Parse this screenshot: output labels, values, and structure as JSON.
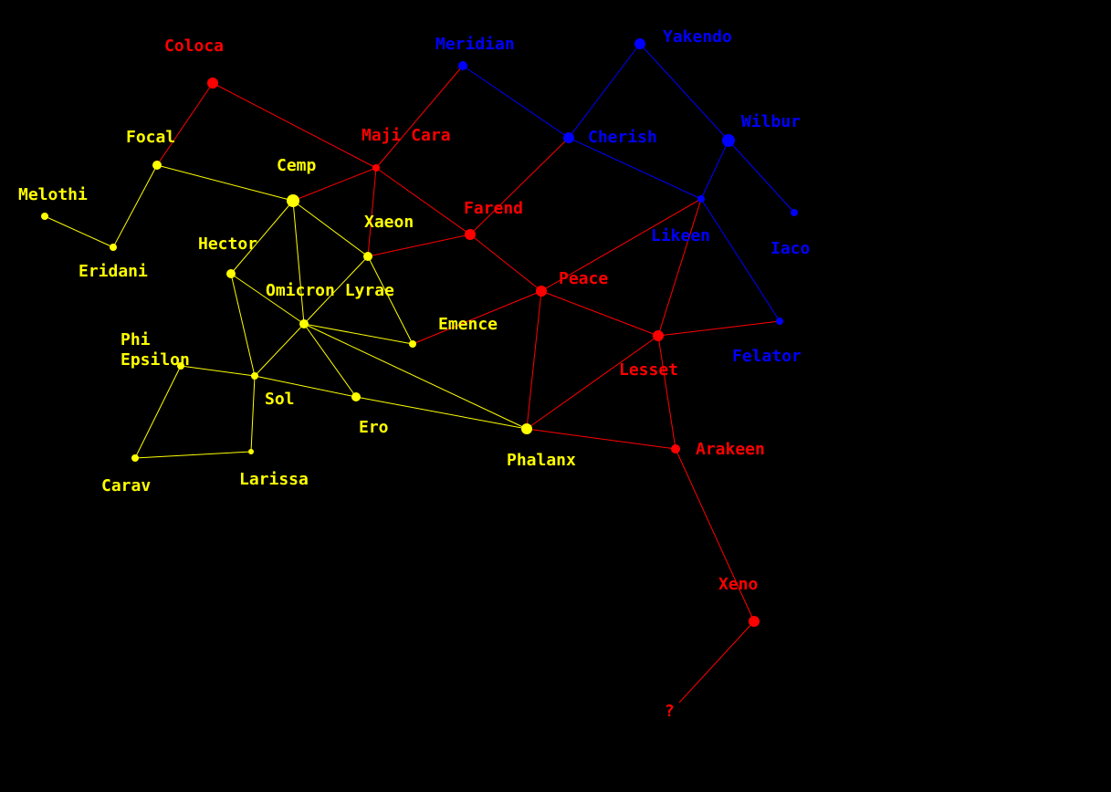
{
  "colors": {
    "background": "#000000",
    "yellow": "#ffff00",
    "red": "#ff0000",
    "blue": "#0000ff"
  },
  "systems": [
    {
      "id": "coloca",
      "name": "Coloca",
      "faction": "red"
    },
    {
      "id": "meridian",
      "name": "Meridian",
      "faction": "blue"
    },
    {
      "id": "yakendo",
      "name": "Yakendo",
      "faction": "blue"
    },
    {
      "id": "wilbur",
      "name": "Wilbur",
      "faction": "blue"
    },
    {
      "id": "focal",
      "name": "Focal",
      "faction": "yellow"
    },
    {
      "id": "maji-cara",
      "name": "Maji Cara",
      "faction": "red"
    },
    {
      "id": "cherish",
      "name": "Cherish",
      "faction": "blue"
    },
    {
      "id": "cemp",
      "name": "Cemp",
      "faction": "yellow"
    },
    {
      "id": "melothi",
      "name": "Melothi",
      "faction": "yellow"
    },
    {
      "id": "farend",
      "name": "Farend",
      "faction": "red"
    },
    {
      "id": "xaeon",
      "name": "Xaeon",
      "faction": "yellow"
    },
    {
      "id": "likeen",
      "name": "Likeen",
      "faction": "blue"
    },
    {
      "id": "iaco",
      "name": "Iaco",
      "faction": "blue"
    },
    {
      "id": "hector",
      "name": "Hector",
      "faction": "yellow"
    },
    {
      "id": "eridani",
      "name": "Eridani",
      "faction": "yellow"
    },
    {
      "id": "peace",
      "name": "Peace",
      "faction": "red"
    },
    {
      "id": "omicron-lyrae",
      "name": "Omicron Lyrae",
      "faction": "yellow"
    },
    {
      "id": "emence",
      "name": "Emence",
      "faction": "yellow"
    },
    {
      "id": "phi-epsilon",
      "name": "Phi Epsilon",
      "faction": "yellow"
    },
    {
      "id": "felator",
      "name": "Felator",
      "faction": "blue"
    },
    {
      "id": "lesset",
      "name": "Lesset",
      "faction": "red"
    },
    {
      "id": "sol",
      "name": "Sol",
      "faction": "yellow"
    },
    {
      "id": "ero",
      "name": "Ero",
      "faction": "yellow"
    },
    {
      "id": "arakeen",
      "name": "Arakeen",
      "faction": "red"
    },
    {
      "id": "phalanx",
      "name": "Phalanx",
      "faction": "yellow"
    },
    {
      "id": "larissa",
      "name": "Larissa",
      "faction": "yellow"
    },
    {
      "id": "carav",
      "name": "Carav",
      "faction": "yellow"
    },
    {
      "id": "xeno",
      "name": "Xeno",
      "faction": "red"
    },
    {
      "id": "unknown",
      "name": "?",
      "faction": "red"
    }
  ],
  "lanes": [
    {
      "from": "melothi",
      "to": "eridani",
      "color": "yellow"
    },
    {
      "from": "eridani",
      "to": "focal",
      "color": "yellow"
    },
    {
      "from": "focal",
      "to": "cemp",
      "color": "yellow"
    },
    {
      "from": "cemp",
      "to": "hector",
      "color": "yellow"
    },
    {
      "from": "cemp",
      "to": "omicron-lyrae",
      "color": "yellow"
    },
    {
      "from": "cemp",
      "to": "xaeon",
      "color": "yellow"
    },
    {
      "from": "xaeon",
      "to": "omicron-lyrae",
      "color": "yellow"
    },
    {
      "from": "xaeon",
      "to": "emence",
      "color": "yellow"
    },
    {
      "from": "hector",
      "to": "omicron-lyrae",
      "color": "yellow"
    },
    {
      "from": "hector",
      "to": "sol",
      "color": "yellow"
    },
    {
      "from": "omicron-lyrae",
      "to": "sol",
      "color": "yellow"
    },
    {
      "from": "omicron-lyrae",
      "to": "ero",
      "color": "yellow"
    },
    {
      "from": "omicron-lyrae",
      "to": "emence",
      "color": "yellow"
    },
    {
      "from": "omicron-lyrae",
      "to": "phalanx",
      "color": "yellow"
    },
    {
      "from": "phi-epsilon",
      "to": "sol",
      "color": "yellow"
    },
    {
      "from": "phi-epsilon",
      "to": "carav",
      "color": "yellow"
    },
    {
      "from": "carav",
      "to": "larissa",
      "color": "yellow"
    },
    {
      "from": "larissa",
      "to": "sol",
      "color": "yellow"
    },
    {
      "from": "sol",
      "to": "ero",
      "color": "yellow"
    },
    {
      "from": "ero",
      "to": "phalanx",
      "color": "yellow"
    },
    {
      "from": "focal",
      "to": "coloca",
      "color": "red"
    },
    {
      "from": "coloca",
      "to": "maji-cara",
      "color": "red"
    },
    {
      "from": "maji-cara",
      "to": "meridian",
      "color": "red"
    },
    {
      "from": "maji-cara",
      "to": "xaeon",
      "color": "red"
    },
    {
      "from": "maji-cara",
      "to": "cemp",
      "color": "red"
    },
    {
      "from": "maji-cara",
      "to": "farend",
      "color": "red"
    },
    {
      "from": "xaeon",
      "to": "farend",
      "color": "red"
    },
    {
      "from": "farend",
      "to": "cherish",
      "color": "red"
    },
    {
      "from": "farend",
      "to": "peace",
      "color": "red"
    },
    {
      "from": "peace",
      "to": "emence",
      "color": "red"
    },
    {
      "from": "peace",
      "to": "phalanx",
      "color": "red"
    },
    {
      "from": "peace",
      "to": "likeen",
      "color": "red"
    },
    {
      "from": "peace",
      "to": "lesset",
      "color": "red"
    },
    {
      "from": "lesset",
      "to": "likeen",
      "color": "red"
    },
    {
      "from": "lesset",
      "to": "felator",
      "color": "red"
    },
    {
      "from": "lesset",
      "to": "phalanx",
      "color": "red"
    },
    {
      "from": "lesset",
      "to": "arakeen",
      "color": "red"
    },
    {
      "from": "phalanx",
      "to": "arakeen",
      "color": "red"
    },
    {
      "from": "arakeen",
      "to": "xeno",
      "color": "red"
    },
    {
      "from": "xeno",
      "to": "unknown",
      "color": "red"
    },
    {
      "from": "meridian",
      "to": "cherish",
      "color": "blue"
    },
    {
      "from": "cherish",
      "to": "yakendo",
      "color": "blue"
    },
    {
      "from": "cherish",
      "to": "likeen",
      "color": "blue"
    },
    {
      "from": "yakendo",
      "to": "wilbur",
      "color": "blue"
    },
    {
      "from": "wilbur",
      "to": "likeen",
      "color": "blue"
    },
    {
      "from": "wilbur",
      "to": "iaco",
      "color": "blue"
    },
    {
      "from": "likeen",
      "to": "felator",
      "color": "blue"
    }
  ]
}
